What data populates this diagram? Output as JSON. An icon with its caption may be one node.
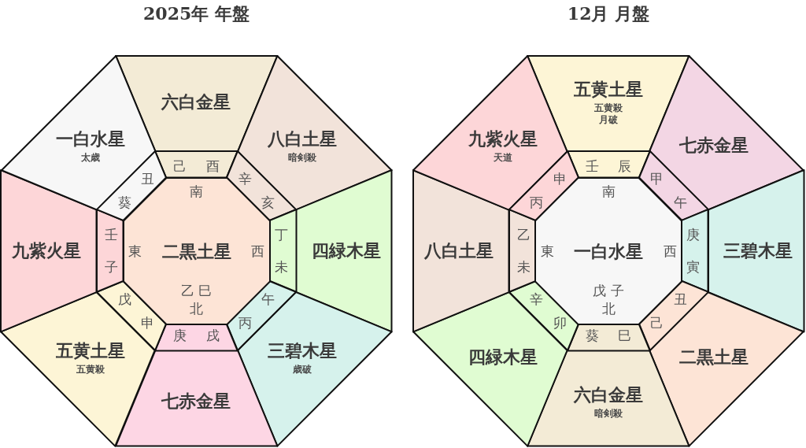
{
  "diagram": {
    "nodes": [
      {
        "text": [
          "六白金星"
        ]
      },
      {
        "text": [
          "八白土星",
          "暗剣殺"
        ]
      },
      {
        "text": [
          "四緑木星"
        ]
      },
      {
        "text": [
          "三碧木星",
          "歳破"
        ]
      },
      {
        "text": [
          "七赤金星"
        ]
      },
      {
        "text": [
          "五黄土星",
          "五黄殺"
        ]
      },
      {
        "text": [
          "九紫火星"
        ]
      },
      {
        "text": [
          "一白水星",
          "太歳"
        ]
      },
      {
        "text": [
          "己",
          "酉"
        ]
      },
      {
        "text": [
          "辛",
          "亥"
        ]
      },
      {
        "text": [
          "丁",
          "未"
        ]
      },
      {
        "text": [
          "午",
          "丙"
        ]
      },
      {
        "text": [
          "庚",
          "戌"
        ]
      },
      {
        "text": [
          "戊",
          "申"
        ]
      },
      {
        "text": [
          "壬",
          "子"
        ]
      },
      {
        "text": [
          "丑",
          "葵"
        ]
      },
      {
        "text": [
          "南",
          "東",
          "二黒土星",
          "西",
          "乙 巳",
          "北"
        ]
      },
      {
        "text": [
          "五黄土星",
          "五黄殺",
          "月破"
        ]
      },
      {
        "text": [
          "七赤金星"
        ]
      },
      {
        "text": [
          "三碧木星"
        ]
      },
      {
        "text": [
          "二黒土星"
        ]
      },
      {
        "text": [
          "六白金星",
          "暗剣殺"
        ]
      },
      {
        "text": [
          "四緑木星"
        ]
      },
      {
        "text": [
          "八白土星"
        ]
      },
      {
        "text": [
          "九紫火星",
          "天道"
        ]
      },
      {
        "text": [
          "壬",
          "辰"
        ]
      },
      {
        "text": [
          "甲",
          "午"
        ]
      },
      {
        "text": [
          "庚",
          "寅"
        ]
      },
      {
        "text": [
          "丑",
          "己"
        ]
      },
      {
        "text": [
          "葵",
          "巳"
        ]
      },
      {
        "text": [
          "辛",
          "卯"
        ]
      },
      {
        "text": [
          "乙",
          "未"
        ]
      },
      {
        "text": [
          "申",
          "丙"
        ]
      },
      {
        "text": [
          "南",
          "東",
          "一白水星",
          "西",
          "戊 子",
          "北"
        ]
      }
    ],
    "labels": [
      "2025年 年盤",
      "12月 月盤"
    ]
  }
}
